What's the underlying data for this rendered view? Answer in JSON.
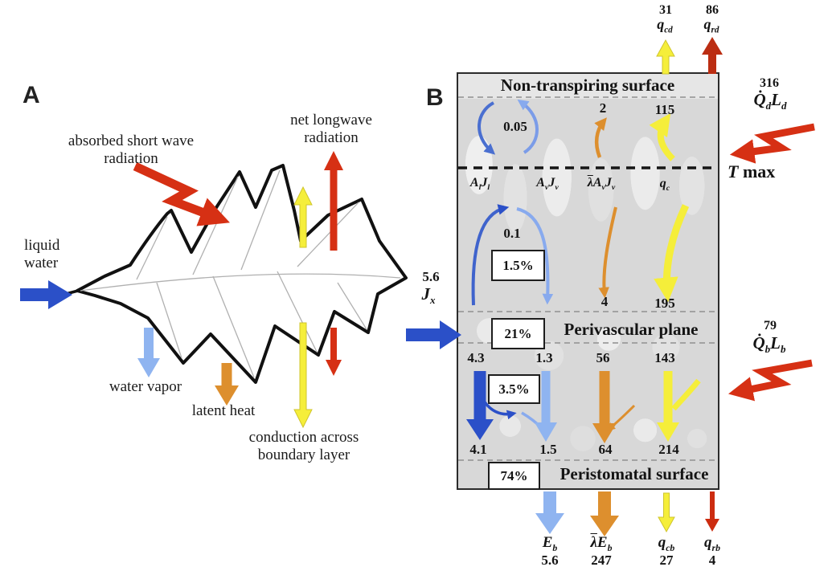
{
  "panel_a": {
    "label": "A",
    "absorbed_1": "absorbed short wave",
    "absorbed_2": "radiation",
    "longwave_1": "net longwave",
    "longwave_2": "radiation",
    "liquid_1": "liquid",
    "liquid_2": "water",
    "water_vapor": "water vapor",
    "latent_heat": "latent heat",
    "conduction_1": "conduction across",
    "conduction_2": "boundary layer"
  },
  "panel_b": {
    "label": "B",
    "surface_top": "Non-transpiring surface",
    "surface_mid": "Perivascular plane",
    "surface_bottom": "Peristomatal surface",
    "pct_upper": "1.5%",
    "pct_mid": "21%",
    "pct_lower": "3.5%",
    "pct_bottom": "74%",
    "cols": {
      "c1a": "A",
      "c1as": "l",
      "c1j": "J",
      "c1js": "l",
      "c2a": "A",
      "c2as": "v",
      "c2j": "J",
      "c2js": "v",
      "c3lam": "λ",
      "c3a": "A",
      "c3as": "v",
      "c3j": "J",
      "c3js": "v",
      "c4q": "q",
      "c4qs": "c"
    },
    "vals": {
      "circ": "0.05",
      "vap_top": "2",
      "heat_top": "115",
      "arch": "0.1",
      "vap_mid": "4",
      "heat_mid": "195",
      "liq_a": "4.3",
      "vap_a": "1.3",
      "lat_a": "56",
      "heat_a": "143",
      "liq_b": "4.1",
      "vap_b": "1.5",
      "lat_b": "64",
      "heat_b": "214"
    },
    "inflow": {
      "value": "5.6",
      "sym": "J",
      "sub": "x"
    },
    "qcd": {
      "value": "31",
      "sym": "q",
      "sub": "cd"
    },
    "qrd": {
      "value": "86",
      "sym": "q",
      "sub": "rd"
    },
    "qd": {
      "value": "316",
      "sym": "Q̇",
      "ssub": "d",
      "sym2": "L",
      "s2sub": "d"
    },
    "tmax": {
      "sym": "T",
      "text": "max"
    },
    "qb": {
      "value": "79",
      "sym": "Q̇",
      "ssub": "b",
      "sym2": "L",
      "s2sub": "b"
    },
    "eb": {
      "sym": "E",
      "sub": "b",
      "value": "5.6"
    },
    "leb": {
      "lam": "λ",
      "sym": "E",
      "sub": "b",
      "value": "247"
    },
    "qcb": {
      "sym": "q",
      "sub": "cb",
      "value": "27"
    },
    "qrb": {
      "sym": "q",
      "sub": "rb",
      "value": "4"
    }
  },
  "colors": {
    "liquid_water_blue": "#2b50c8",
    "circulation_blue": "#4a6fd0",
    "water_vapor_blue": "#8fb4f0",
    "latent_heat_orange": "#dd8f2e",
    "conduction_yellow": "#f5ee3a",
    "radiation_red": "#d63014",
    "longwave_dark_red": "#bb2d12"
  }
}
